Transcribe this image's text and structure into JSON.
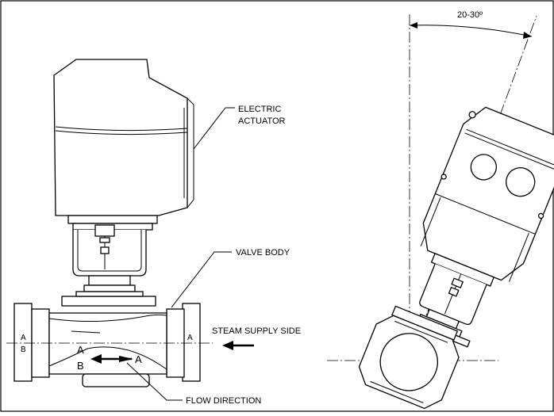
{
  "labels": {
    "electric_actuator_line1": "ELECTRIC",
    "electric_actuator_line2": "ACTUATOR",
    "valve_body": "VALVE BODY",
    "steam_supply_side": "STEAM SUPPLY SIDE",
    "flow_direction": "FLOW DIRECTION",
    "tilt_angle": "20-30º"
  },
  "section_marks": {
    "left_flange": "A",
    "left_flange_lower": "B",
    "right_flange": "A",
    "flow_a_upper": "A",
    "flow_b_lower": "B",
    "flow_a_right": "A"
  }
}
